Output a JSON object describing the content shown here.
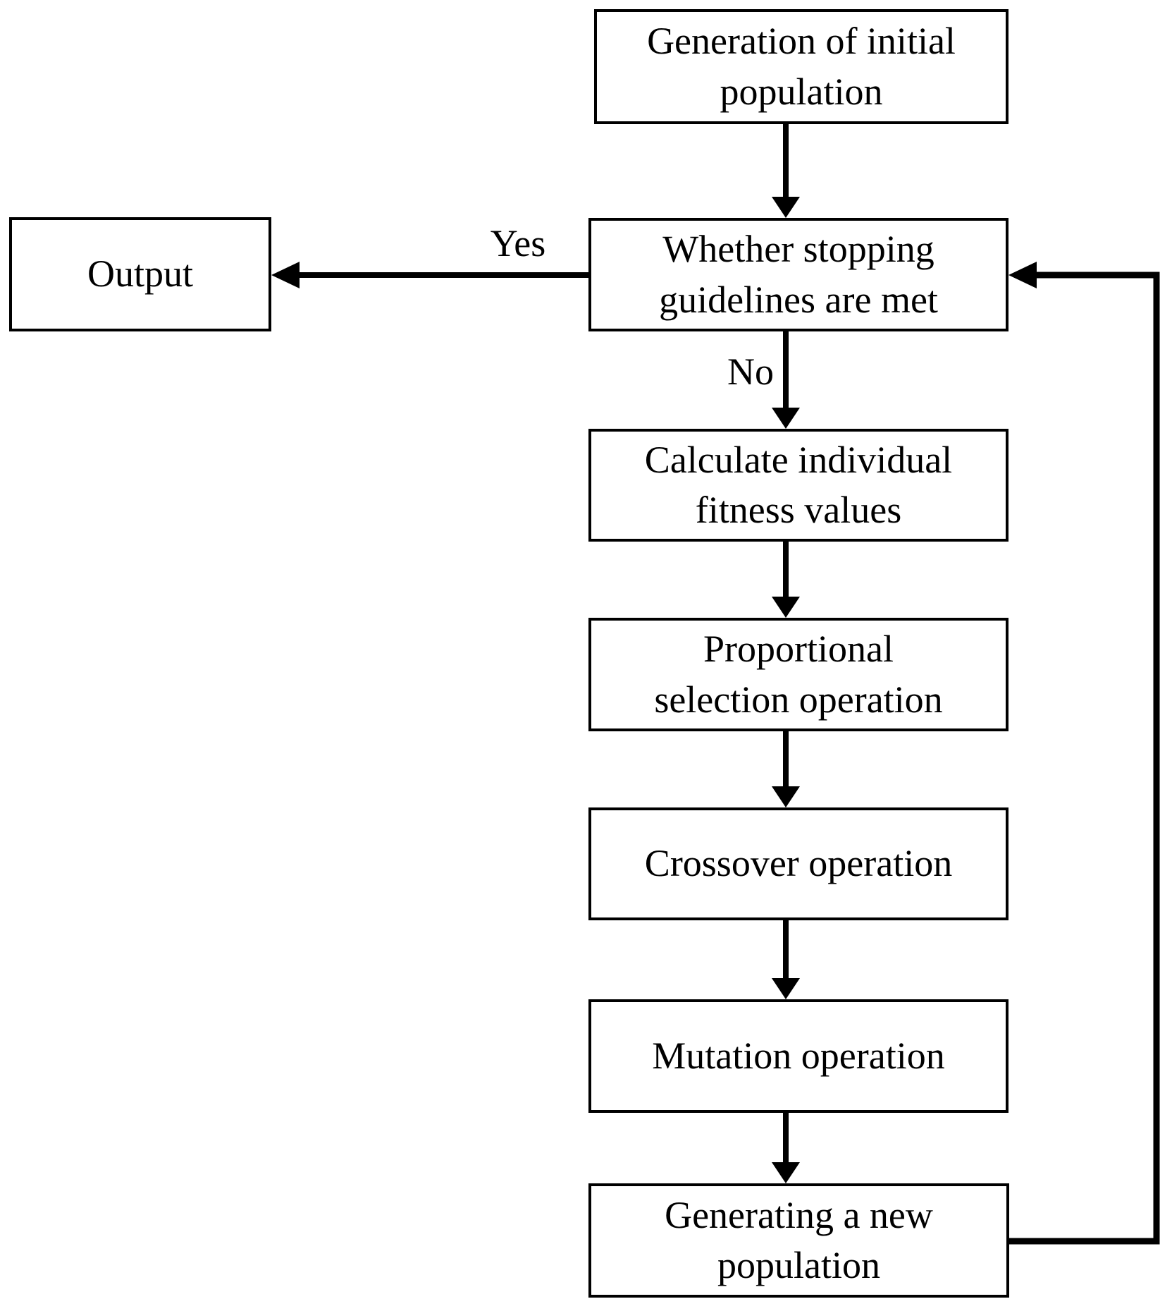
{
  "diagram": {
    "nodes": [
      {
        "id": "generation-initial-population",
        "label": "Generation of initial\npopulation"
      },
      {
        "id": "stopping-guidelines-check",
        "label": "Whether stopping\nguidelines are met"
      },
      {
        "id": "output",
        "label": "Output"
      },
      {
        "id": "calculate-fitness",
        "label": "Calculate individual\nfitness values"
      },
      {
        "id": "proportional-selection",
        "label": "Proportional\nselection operation"
      },
      {
        "id": "crossover",
        "label": "Crossover operation"
      },
      {
        "id": "mutation",
        "label": "Mutation operation"
      },
      {
        "id": "generate-new-population",
        "label": "Generating a new\npopulation"
      }
    ],
    "edge_labels": {
      "yes": "Yes",
      "no": "No"
    },
    "colors": {
      "line": "#000000",
      "box_border": "#000000",
      "box_fill": "#ffffff",
      "background": "#ffffff",
      "text": "#000000"
    }
  }
}
